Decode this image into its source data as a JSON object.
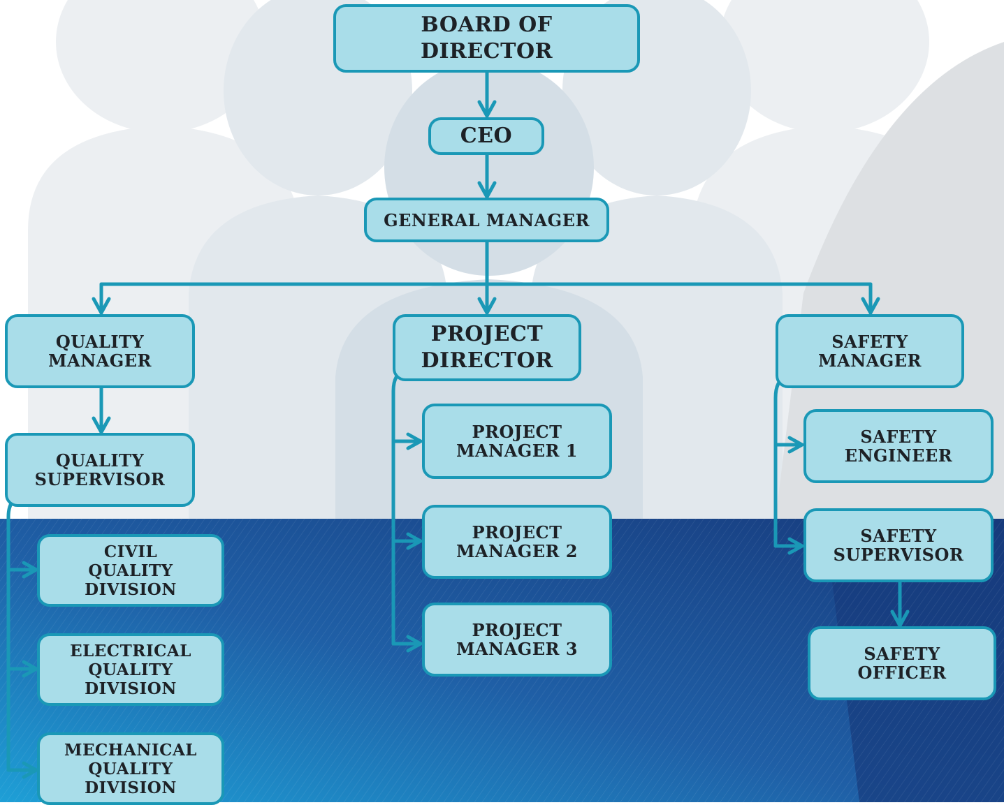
{
  "colors": {
    "node_fill": "#a9dde9",
    "node_border": "#1a98b6",
    "connector": "#1a98b6",
    "text": "#1d2126",
    "bottom_band_dark": "#173a7c",
    "bottom_band_light": "#1e9fd6"
  },
  "org_chart": {
    "board": "BOARD OF\nDIRECTOR",
    "ceo": "CEO",
    "general_manager": "GENERAL MANAGER",
    "quality_manager": "QUALITY\nMANAGER",
    "project_director": "PROJECT\nDIRECTOR",
    "safety_manager": "SAFETY\nMANAGER",
    "quality_supervisor": "QUALITY\nSUPERVISOR",
    "civil_quality_division": "CIVIL\nQUALITY\nDIVISION",
    "electrical_quality_division": "ELECTRICAL\nQUALITY\nDIVISION",
    "mechanical_quality_division": "MECHANICAL\nQUALITY\nDIVISION",
    "project_manager_1": "PROJECT\nMANAGER 1",
    "project_manager_2": "PROJECT\nMANAGER 2",
    "project_manager_3": "PROJECT\nMANAGER 3",
    "safety_engineer": "SAFETY\nENGINEER",
    "safety_supervisor": "SAFETY\nSUPERVISOR",
    "safety_officer": "SAFETY\nOFFICER"
  }
}
